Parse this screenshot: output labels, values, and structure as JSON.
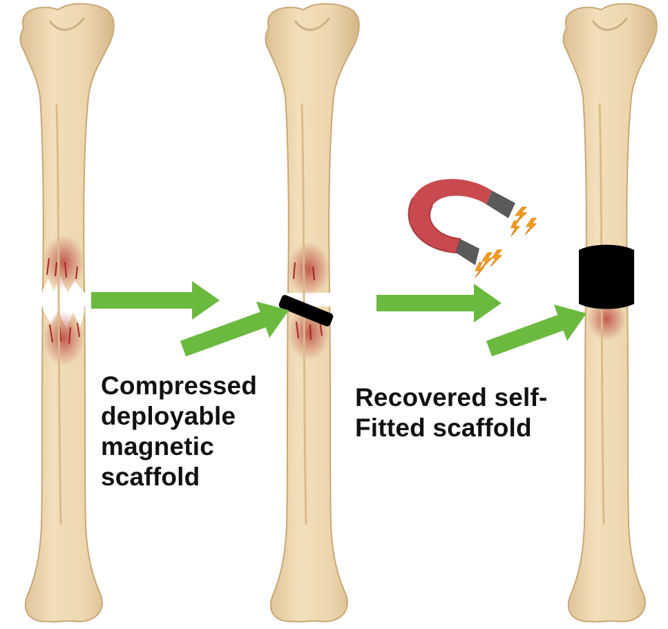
{
  "labels": {
    "compressed": [
      "Compressed",
      "deployable",
      "magnetic",
      "scaffold"
    ],
    "recovered": [
      "Recovered self-",
      "Fitted scaffold"
    ]
  },
  "colors": {
    "bone_fill": "#eed8b0",
    "bone_shade": "#d8bb8b",
    "bone_outline": "#c9a676",
    "fracture_red": "#b3312a",
    "arrow_green": "#6cb940",
    "scaffold_black": "#000000",
    "magnet_red": "#c84a4f",
    "magnet_pole_grey": "#5a5a5a",
    "spark_orange": "#f0a11a"
  },
  "icons": [
    "broken-bone-icon",
    "bone-with-compressed-scaffold-icon",
    "magnet-icon",
    "healed-bone-with-scaffold-icon"
  ]
}
